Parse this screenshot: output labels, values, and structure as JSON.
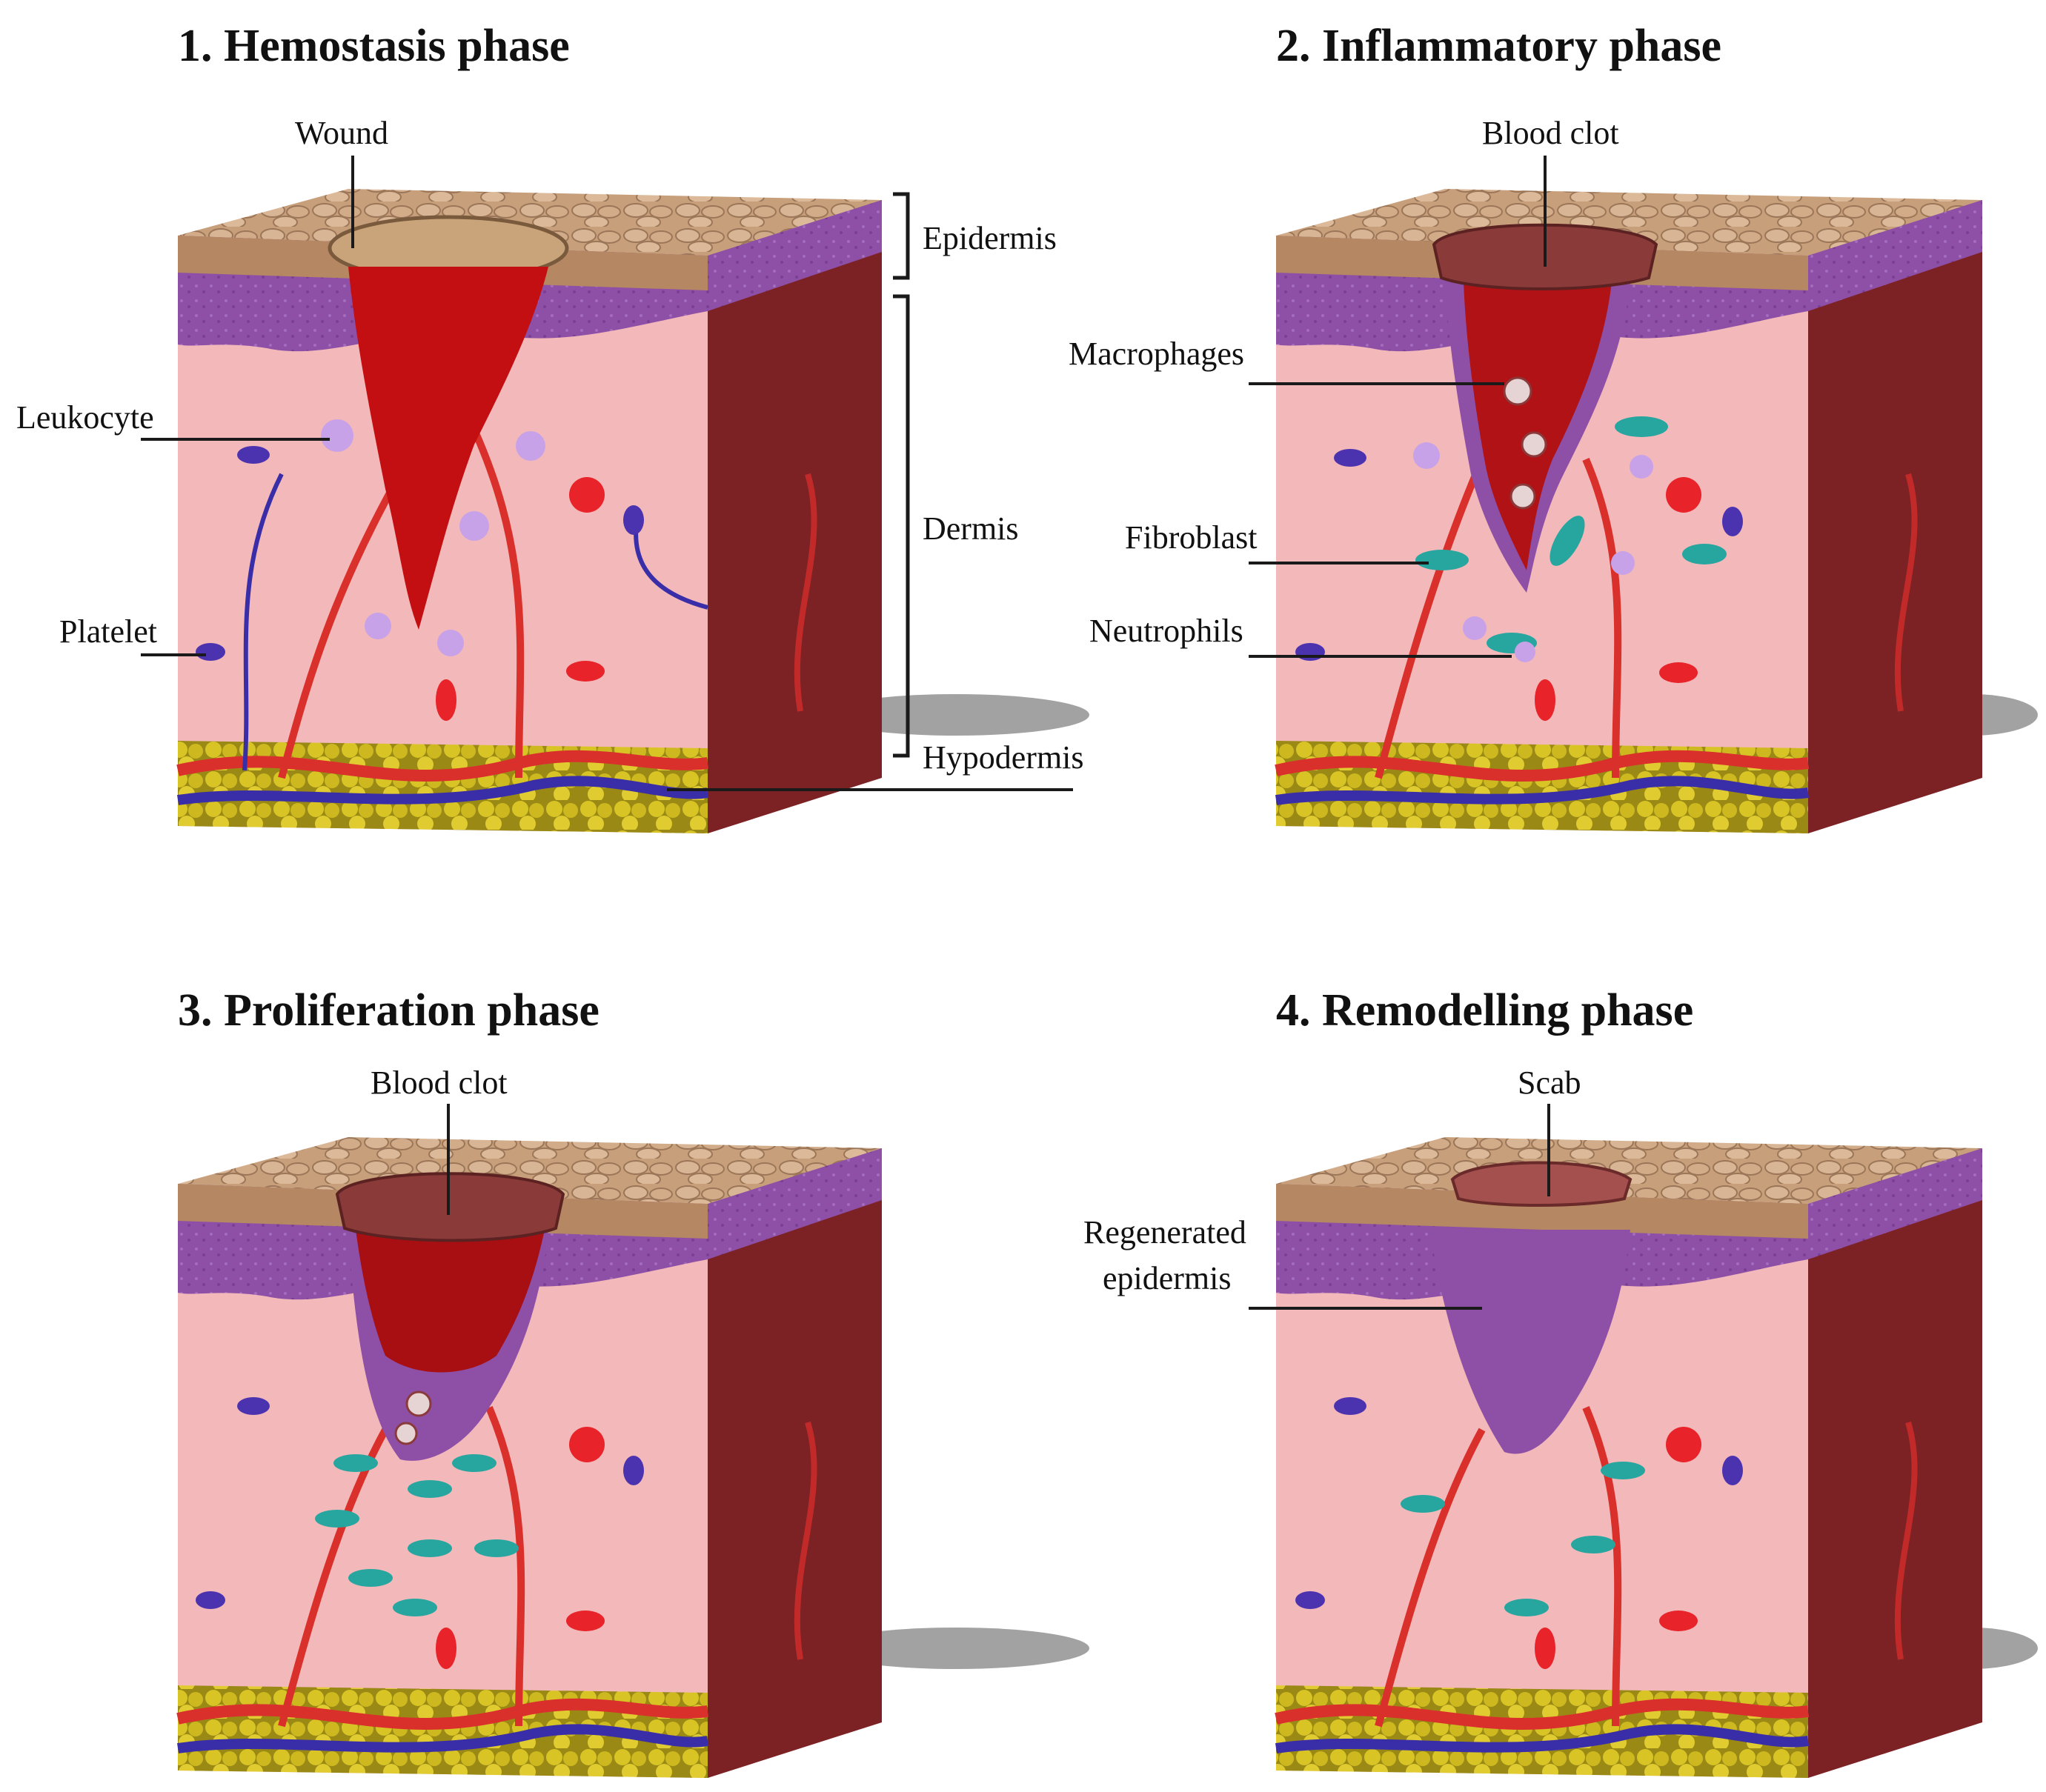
{
  "panels": [
    {
      "title": "1. Hemostasis phase",
      "labels": {
        "wound": "Wound",
        "epidermis": "Epidermis",
        "dermis": "Dermis",
        "hypodermis": "Hypodermis",
        "leukocyte": "Leukocyte",
        "platelet": "Platelet"
      }
    },
    {
      "title": "2. Inflammatory phase",
      "labels": {
        "blood_clot": "Blood clot",
        "macrophages": "Macrophages",
        "fibroblast": "Fibroblast",
        "neutrophils": "Neutrophils"
      }
    },
    {
      "title": "3. Proliferation phase",
      "labels": {
        "blood_clot": "Blood clot"
      }
    },
    {
      "title": "4. Remodelling phase",
      "labels": {
        "scab": "Scab",
        "regenerated_line1": "Regenerated",
        "regenerated_line2": "epidermis"
      }
    }
  ],
  "colors": {
    "skin_surface": "#c9a27e",
    "epidermis_layer": "#8e52a8",
    "dermis": "#f2b6b8",
    "hypodermis_fat": "#c9b51e",
    "side_face": "#7a1f22",
    "wound_blood": "#c40f12",
    "clot": "#8b3a3a",
    "artery": "#d9302c",
    "vein": "#3a2ea8",
    "fibroblast": "#27a6a0",
    "leukocyte": "#c8a2e8"
  }
}
